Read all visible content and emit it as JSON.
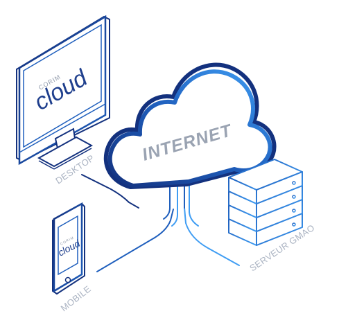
{
  "cloud": {
    "label": "INTERNET"
  },
  "desktop": {
    "label": "DESKTOP",
    "screen_brand_small": "CORIM",
    "screen_brand_big": "cloud"
  },
  "mobile": {
    "label": "MOBILE",
    "screen_brand_small": "CORIM",
    "screen_brand_big": "cloud"
  },
  "server": {
    "label": "SERVEUR GMAO"
  },
  "colors": {
    "dark_blue": "#13317e",
    "mid_blue": "#1f5fbd",
    "light_blue": "#3f9df3",
    "label_gray": "#aab3c2"
  }
}
